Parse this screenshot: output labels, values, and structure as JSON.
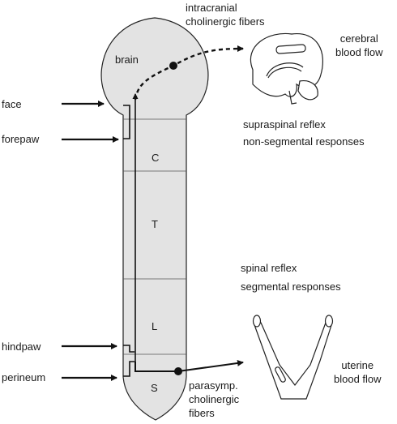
{
  "labels": {
    "intracranial": [
      "intracranial",
      "cholinergic fibers"
    ],
    "cerebral_blood_flow": [
      "cerebral",
      "blood flow"
    ],
    "brain": "brain",
    "face": "face",
    "forepaw": "forepaw",
    "hindpaw": "hindpaw",
    "perineum": "perineum",
    "supraspinal": [
      "supraspinal reflex",
      "non-segmental responses"
    ],
    "spinal": [
      "spinal reflex",
      "segmental responses"
    ],
    "uterine_blood_flow": [
      "uterine",
      "blood flow"
    ],
    "parasymp": [
      "parasymp.",
      "cholinergic",
      "fibers"
    ]
  },
  "segments": [
    "C",
    "T",
    "L",
    "S"
  ],
  "colors": {
    "fill": "#e3e3e3",
    "stroke": "#222222",
    "arrow": "#111111"
  }
}
